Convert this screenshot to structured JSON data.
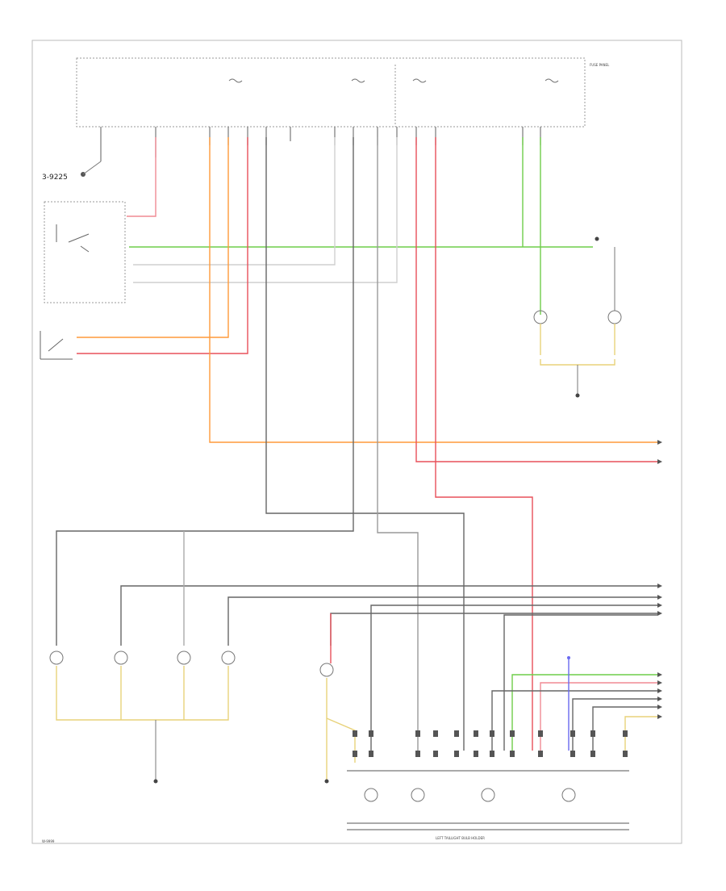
{
  "diagram": {
    "page_code": "3-9225",
    "footer_note": "LEFT TAILLIGHT BULB HOLDER",
    "bottom_left_code": "W-9999",
    "fuse_panel_label": "FUSE PANEL",
    "colors": {
      "green": "#6fce4a",
      "orange": "#ff9a3a",
      "red": "#e8505a",
      "pink": "#f08a94",
      "yellow": "#e8d27a",
      "gray": "#555555",
      "blue": "#6a6af0",
      "light": "#c8c8c8"
    }
  }
}
